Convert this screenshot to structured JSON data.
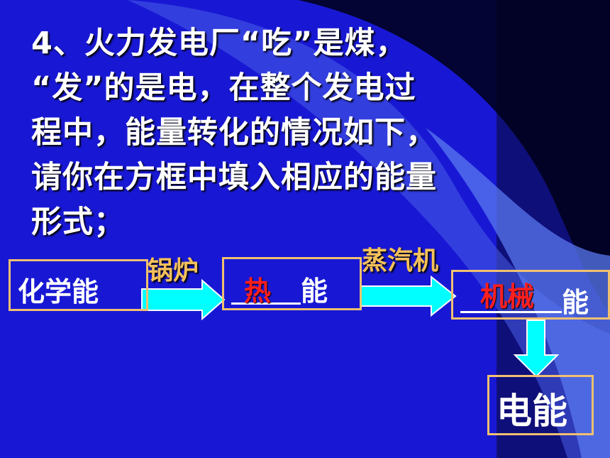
{
  "question": {
    "lines": [
      "4、火力发电厂“吃”是煤，",
      " “发”的是电，在整个发电过",
      "程中，能量转化的情况如下，",
      "请你在方框中填入相应的能量",
      "形式；"
    ]
  },
  "flow": {
    "start": "化学能",
    "step1_label": "锅炉",
    "heat_answer": "热",
    "heat_suffix": "能",
    "step2_label": "蒸汽机",
    "mech_answer": "机械",
    "mech_suffix": "能",
    "end": "电能"
  },
  "colors": {
    "background": "#1a1ad8",
    "text": "#ffffff",
    "answer": "#ff1f1f",
    "label": "#f5c15a",
    "box_border": "#f0c070",
    "arrow": "#00ffff"
  }
}
